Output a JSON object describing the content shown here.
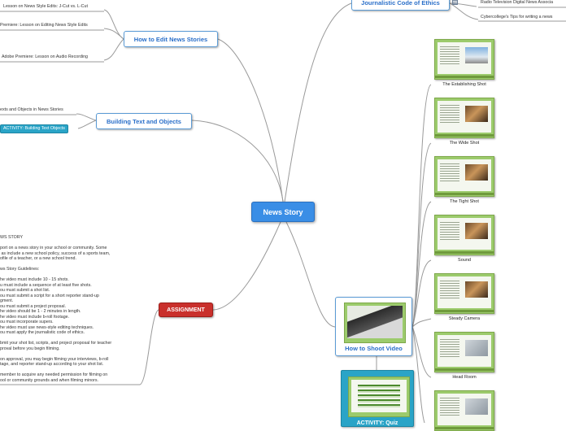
{
  "central": {
    "title": "News Story"
  },
  "branches": {
    "edit": {
      "title": "How to Edit News Stories",
      "items": [
        "Lesson on News Style Edits: J-Cut vs. L-Cut",
        "Premiere: Lesson on Editing News Style Edits",
        "Adobe Premiere: Lesson on Audio Recording"
      ]
    },
    "text": {
      "title": "Building Text and Objects",
      "items": [
        "exts and Objects in News Stories"
      ],
      "activity": "ACTIVITY: Building Text Objects"
    },
    "ethics": {
      "title": "Journalistic Code of Ethics",
      "items": [
        "Radio Television Digital News Associa",
        "Cybercollege's Tips for writing a news"
      ]
    },
    "assignment": {
      "title": "ASSIGNMENT",
      "lines": [
        "WS STORY",
        "",
        "port on a news story in your school or community. Some",
        " as include a new school policy, success of a sports team,",
        "ofile of a teacher, or a new school trend.",
        "",
        "ws Story Guidelines:",
        "",
        "he video must include 10 - 15 shots.",
        "u must include a sequence of at least five shots.",
        "ou must submit a shot list.",
        "ou must submit a script for a short reporter stand-up",
        "gment.",
        "ou must submit a project proposal.",
        "he video should be 1 - 2 minutes in length.",
        "he video must include b-roll footage.",
        "ou must incorporate supers.",
        "he video must use news-style editing techniques.",
        "ou must apply the journalistic code of ethics.",
        "",
        "bmit your shot list, scripts, and project proposal for teacher",
        "proval before you begin filming.",
        "",
        "on approval, you may begin filming your interviews, b-roll",
        "tage, and reporter stand-up according to your shot list.",
        "",
        "member to acquire any needed permission for filming on",
        "ool or community grounds and when filming minors."
      ]
    },
    "video": {
      "title": "How to Shoot Video",
      "shots": [
        {
          "caption": "The Establishing Shot",
          "pic": "sky"
        },
        {
          "caption": "The Wide Shot",
          "pic": "crowd"
        },
        {
          "caption": "The Tight Shot",
          "pic": "crowd"
        },
        {
          "caption": "Sound",
          "pic": "crowd"
        },
        {
          "caption": "Steady Camera",
          "pic": "crowd"
        },
        {
          "caption": "Head Room",
          "pic": "grey"
        },
        {
          "caption": "",
          "pic": "grey"
        }
      ]
    },
    "quiz": {
      "title": "ACTIVITY: Quiz"
    }
  },
  "colors": {
    "central_fill": "#3a8ee6",
    "node_border": "#5b9bd5",
    "node_text": "#2a6fc9",
    "assignment_fill": "#c9302c",
    "activity_fill": "#2aa4c7",
    "thumb_green": "#9ccb6c",
    "link": "#999999"
  }
}
